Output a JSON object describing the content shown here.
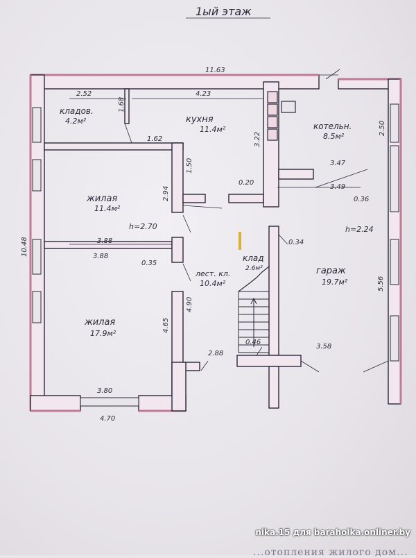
{
  "title": "1ый этаж",
  "rooms": {
    "storage": {
      "name": "кладов.",
      "area": "4.2м²"
    },
    "kitchen": {
      "name": "кухня",
      "area": "11.4м²"
    },
    "boiler": {
      "name": "котельн.",
      "area": "8.5м²"
    },
    "living1": {
      "name": "жилая",
      "area": "11.4м²",
      "height": "h=2.70"
    },
    "living2": {
      "name": "жилая",
      "area": "17.9м²"
    },
    "stairs": {
      "name": "лест. кл.",
      "area": "10.4м²"
    },
    "closet": {
      "name": "клад",
      "area": "2.6м²"
    },
    "garage": {
      "name": "гараж",
      "area": "19.7м²",
      "height": "h=2.24"
    }
  },
  "dimensions": {
    "total_width": "11.63",
    "total_height": "10.48",
    "d_252": "2.52",
    "d_168": "1.68",
    "d_423": "4.23",
    "d_322": "3.22",
    "d_250": "2.50",
    "d_162": "1.62",
    "d_150": "1.50",
    "d_294": "2.94",
    "d_020": "0.20",
    "d_347": "3.47",
    "d_349": "3.49",
    "d_036": "0.36",
    "d_034": "0.34",
    "d_388a": "3.88",
    "d_388b": "3.88",
    "d_035": "0.35",
    "d_490": "4.90",
    "d_465": "4.65",
    "d_556": "5.56",
    "d_046": "0.46",
    "d_358": "3.58",
    "d_288": "2.88",
    "d_380": "3.80",
    "d_470": "4.70"
  },
  "watermark": "nika.15 для baraholka.onliner.by",
  "bottom_text": "...отопления жилого дом..."
}
